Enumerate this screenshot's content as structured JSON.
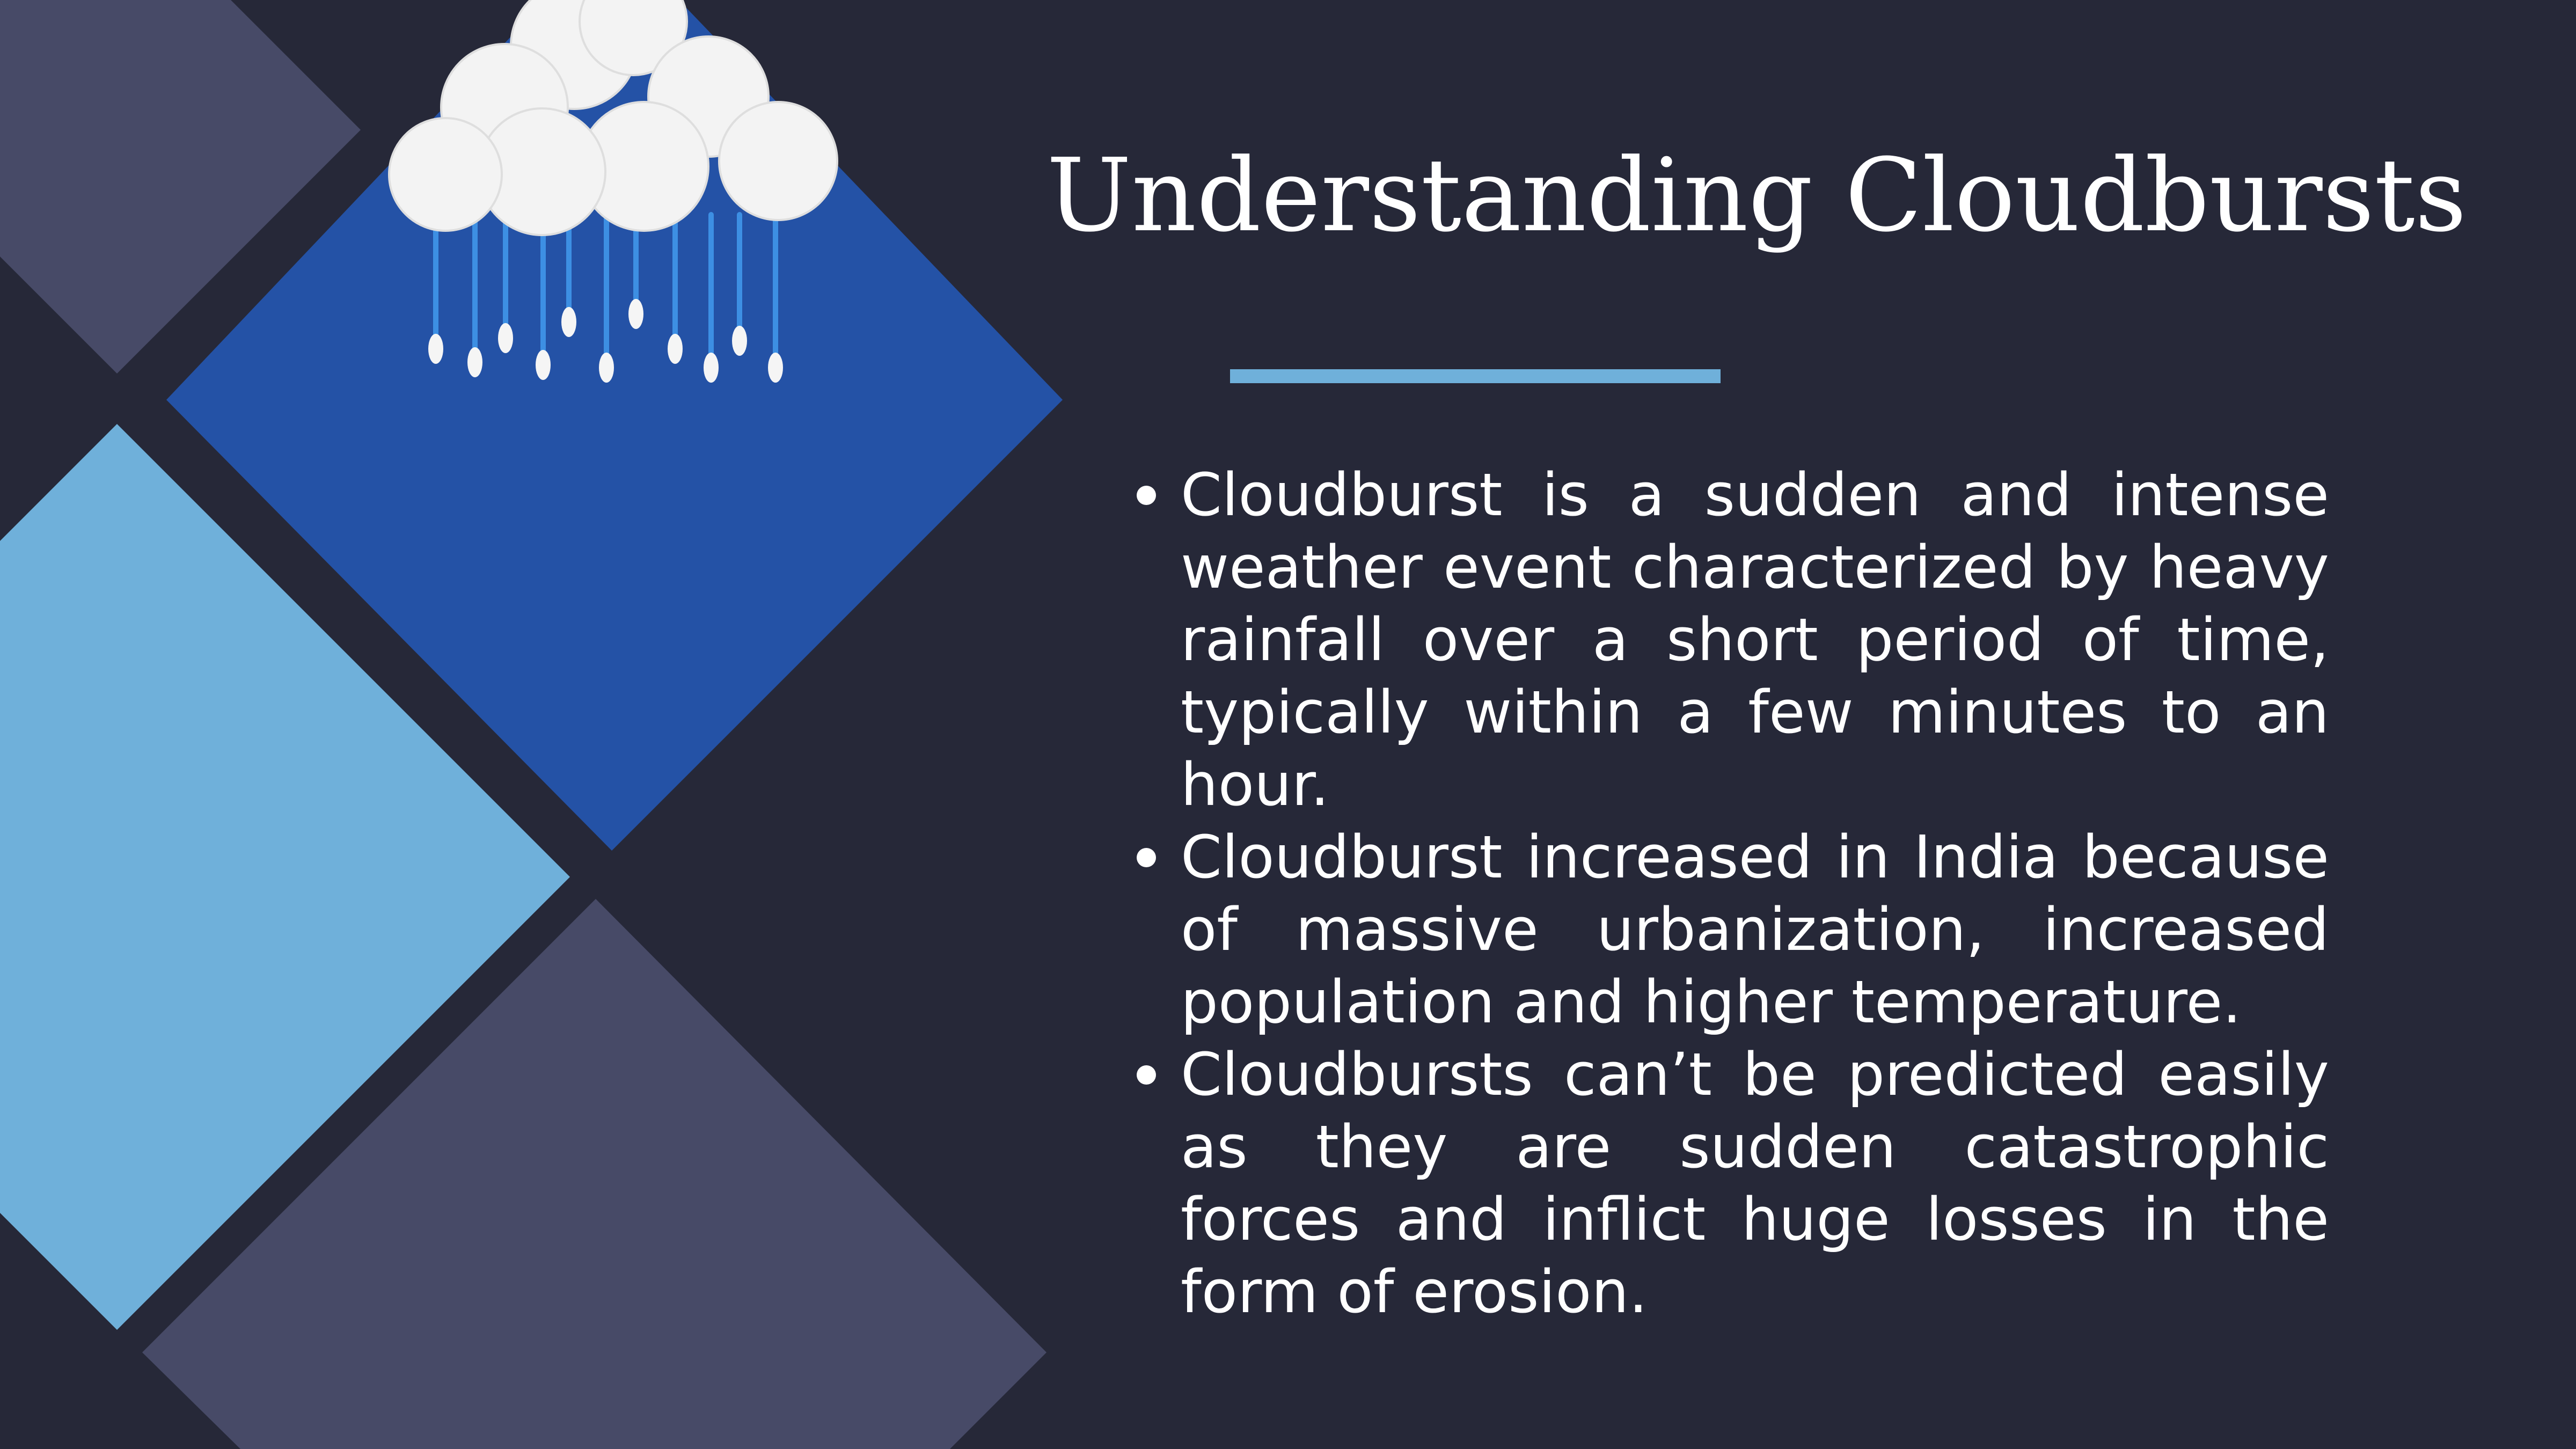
{
  "slide": {
    "title": "Understanding Cloudbursts",
    "bullets": [
      "Cloudburst is a sudden and intense weather event characterized by heavy rainfall over a short period of time, typically within a few minutes to an hour.",
      "Cloudburst increased in India because of massive urbanization, increased population and higher temperature.",
      "Cloudbursts can’t be predicted easily as they are sudden catastrophic forces and inflict huge losses in the form of erosion."
    ]
  },
  "colors": {
    "background": "#262838",
    "slate_diamond": "#474a67",
    "sky_diamond": "#6fb0da",
    "royal_diamond": "#2452a6",
    "accent_rule": "#6fb0da",
    "cloud": "#f3f3f3",
    "rain_stick": "#3d8fe3",
    "text": "#ffffff"
  },
  "decor": {
    "photo_subject": "cotton-pad cloud with cotton-swab raindrops"
  }
}
